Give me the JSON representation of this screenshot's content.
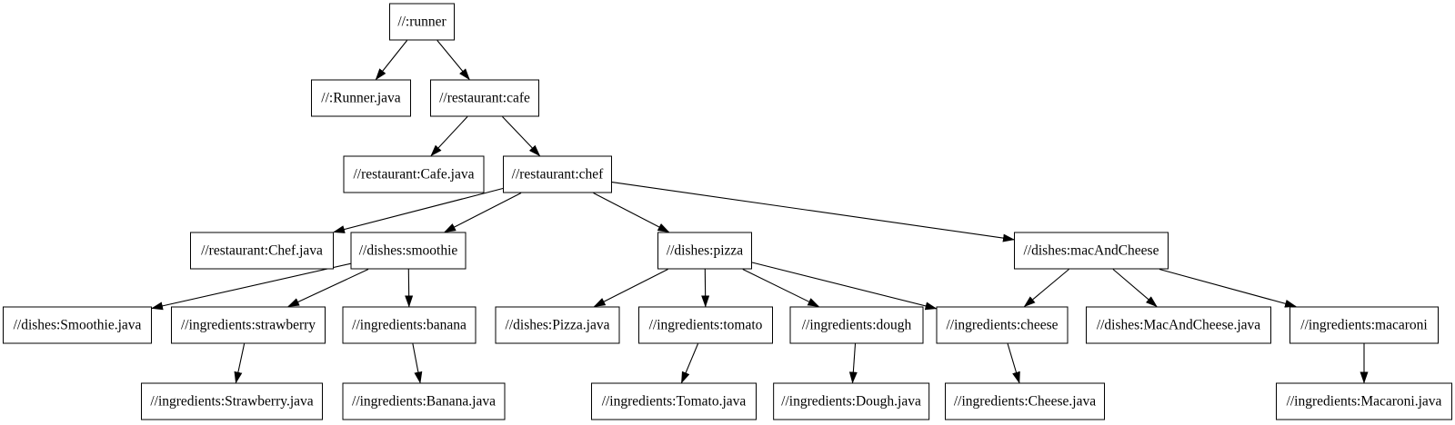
{
  "diagram": {
    "type": "dependency-graph",
    "colors": {
      "background": "#ffffff",
      "node_fill": "#ffffff",
      "node_border": "#000000",
      "edge": "#000000",
      "text": "#000000"
    },
    "nodes": [
      {
        "id": "runner",
        "label": "//:runner"
      },
      {
        "id": "runner_java",
        "label": "//:Runner.java"
      },
      {
        "id": "cafe",
        "label": "//restaurant:cafe"
      },
      {
        "id": "cafe_java",
        "label": "//restaurant:Cafe.java"
      },
      {
        "id": "chef",
        "label": "//restaurant:chef"
      },
      {
        "id": "chef_java",
        "label": "//restaurant:Chef.java"
      },
      {
        "id": "smoothie",
        "label": "//dishes:smoothie"
      },
      {
        "id": "pizza",
        "label": "//dishes:pizza"
      },
      {
        "id": "mac_and_cheese",
        "label": "//dishes:macAndCheese"
      },
      {
        "id": "smoothie_java",
        "label": "//dishes:Smoothie.java"
      },
      {
        "id": "strawberry",
        "label": "//ingredients:strawberry"
      },
      {
        "id": "banana",
        "label": "//ingredients:banana"
      },
      {
        "id": "pizza_java",
        "label": "//dishes:Pizza.java"
      },
      {
        "id": "tomato",
        "label": "//ingredients:tomato"
      },
      {
        "id": "dough",
        "label": "//ingredients:dough"
      },
      {
        "id": "cheese",
        "label": "//ingredients:cheese"
      },
      {
        "id": "mac_and_cheese_java",
        "label": "//dishes:MacAndCheese.java"
      },
      {
        "id": "macaroni",
        "label": "//ingredients:macaroni"
      },
      {
        "id": "strawberry_java",
        "label": "//ingredients:Strawberry.java"
      },
      {
        "id": "banana_java",
        "label": "//ingredients:Banana.java"
      },
      {
        "id": "tomato_java",
        "label": "//ingredients:Tomato.java"
      },
      {
        "id": "dough_java",
        "label": "//ingredients:Dough.java"
      },
      {
        "id": "cheese_java",
        "label": "//ingredients:Cheese.java"
      },
      {
        "id": "macaroni_java",
        "label": "//ingredients:Macaroni.java"
      }
    ],
    "edges": [
      {
        "from": "runner",
        "to": "runner_java"
      },
      {
        "from": "runner",
        "to": "cafe"
      },
      {
        "from": "cafe",
        "to": "cafe_java"
      },
      {
        "from": "cafe",
        "to": "chef"
      },
      {
        "from": "chef",
        "to": "chef_java"
      },
      {
        "from": "chef",
        "to": "smoothie"
      },
      {
        "from": "chef",
        "to": "pizza"
      },
      {
        "from": "chef",
        "to": "mac_and_cheese"
      },
      {
        "from": "smoothie",
        "to": "smoothie_java"
      },
      {
        "from": "smoothie",
        "to": "strawberry"
      },
      {
        "from": "smoothie",
        "to": "banana"
      },
      {
        "from": "strawberry",
        "to": "strawberry_java"
      },
      {
        "from": "banana",
        "to": "banana_java"
      },
      {
        "from": "pizza",
        "to": "pizza_java"
      },
      {
        "from": "pizza",
        "to": "tomato"
      },
      {
        "from": "pizza",
        "to": "dough"
      },
      {
        "from": "pizza",
        "to": "cheese"
      },
      {
        "from": "tomato",
        "to": "tomato_java"
      },
      {
        "from": "dough",
        "to": "dough_java"
      },
      {
        "from": "cheese",
        "to": "cheese_java"
      },
      {
        "from": "mac_and_cheese",
        "to": "cheese"
      },
      {
        "from": "mac_and_cheese",
        "to": "mac_and_cheese_java"
      },
      {
        "from": "mac_and_cheese",
        "to": "macaroni"
      },
      {
        "from": "macaroni",
        "to": "macaroni_java"
      }
    ]
  }
}
